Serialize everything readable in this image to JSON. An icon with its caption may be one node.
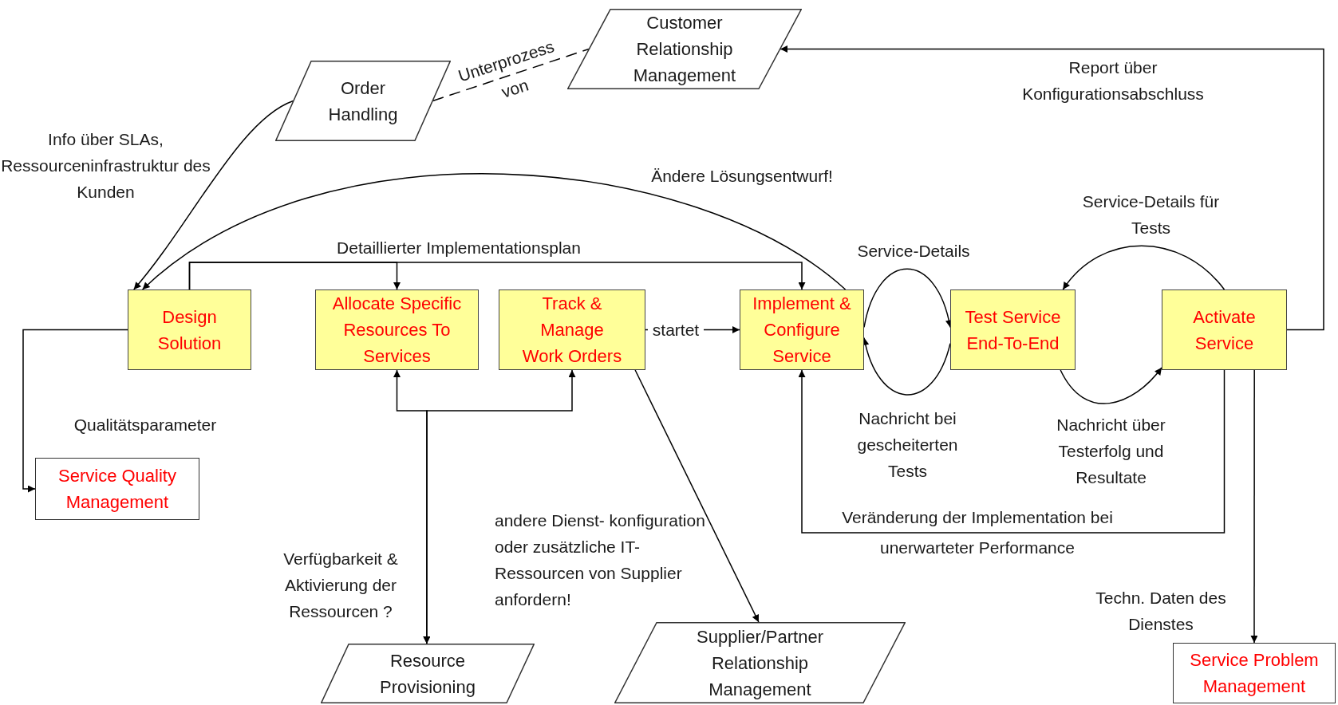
{
  "diagram": {
    "nodes": [
      {
        "text": [
          "Order Handling"
        ]
      },
      {
        "text": [
          "Customer Relationship Management"
        ]
      },
      {
        "text": [
          "Design Solution"
        ]
      },
      {
        "text": [
          "Allocate Specific Resources To Services"
        ]
      },
      {
        "text": [
          "Track & Manage Work Orders"
        ]
      },
      {
        "text": [
          "Implement & Configure Service"
        ]
      },
      {
        "text": [
          "Test Service End-To-End"
        ]
      },
      {
        "text": [
          "Activate Service"
        ]
      },
      {
        "text": [
          "Service Quality Management"
        ]
      },
      {
        "text": [
          "Resource Provisioning"
        ]
      },
      {
        "text": [
          "Supplier/Partner Relationship Management"
        ]
      },
      {
        "text": [
          "Service Problem Management"
        ]
      }
    ],
    "edges": [
      {
        "from": 0,
        "to": 2,
        "arrow": "to",
        "label": "Info über SLAs, Ressourceninfrastruktur des Kunden"
      },
      {
        "from": 0,
        "to": 1,
        "arrow": "none",
        "style": "dashed",
        "label": "Unterprozess von"
      },
      {
        "from": 7,
        "to": 1,
        "arrow": "to",
        "label": "Report über Konfigurationsabschluss"
      },
      {
        "from": 5,
        "to": 2,
        "arrow": "to",
        "label": "Ändere Lösungsentwurf!"
      },
      {
        "from": 2,
        "to": 3,
        "arrow": "to"
      },
      {
        "from": 2,
        "to": 5,
        "arrow": "to",
        "label": "Detaillierter Implementationsplan"
      },
      {
        "from": 4,
        "to": 5,
        "arrow": "to",
        "label": "startet"
      },
      {
        "from": 5,
        "to": 6,
        "arrow": "to",
        "label": "Service-Details"
      },
      {
        "from": 6,
        "to": 5,
        "arrow": "to",
        "label": "Nachricht bei gescheiterten Tests"
      },
      {
        "from": 7,
        "to": 6,
        "arrow": "to",
        "label": "Service-Details für Tests"
      },
      {
        "from": 6,
        "to": 7,
        "arrow": "to",
        "label": "Nachricht über Testerfolg und Resultate"
      },
      {
        "from": 7,
        "to": 5,
        "arrow": "to",
        "label": "Veränderung der Implementation bei unerwarteter Performance"
      },
      {
        "from": 7,
        "to": 11,
        "arrow": "to",
        "label": "Techn. Daten des Dienstes"
      },
      {
        "from": 2,
        "to": 8,
        "arrow": "to",
        "label": "Qualitätsparameter"
      },
      {
        "from": 9,
        "to": 3,
        "arrow": "both",
        "label": "Verfügbarkeit & Aktivierung der Ressourcen ?"
      },
      {
        "from": 9,
        "to": 4,
        "arrow": "both"
      },
      {
        "from": 4,
        "to": 10,
        "arrow": "to",
        "label": "andere Dienst- konfiguration oder zusätzliche IT-Ressourcen von Supplier anfordern!"
      }
    ]
  }
}
